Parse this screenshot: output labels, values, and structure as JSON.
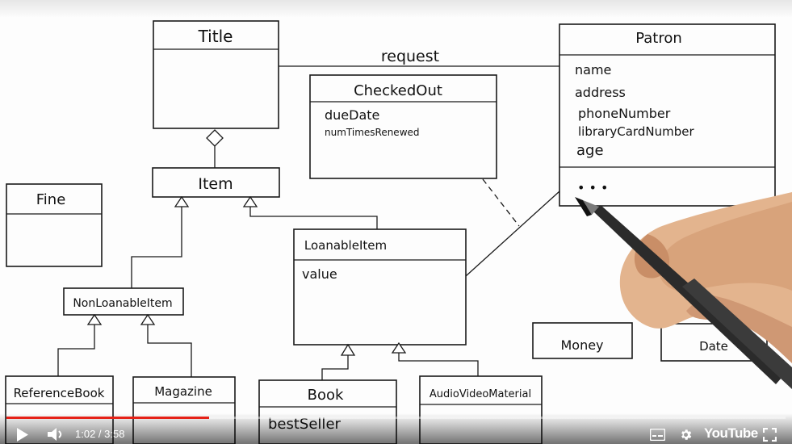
{
  "diagram": {
    "classes": {
      "title": {
        "name": "Title"
      },
      "patron": {
        "name": "Patron",
        "attributes": [
          "name",
          "address",
          "phoneNumber",
          "libraryCardNumber",
          "age"
        ],
        "ops": "• • •"
      },
      "checked_out": {
        "name": "CheckedOut",
        "attributes": [
          "dueDate",
          "numTimesRenewed"
        ]
      },
      "item": {
        "name": "Item"
      },
      "fine": {
        "name": "Fine"
      },
      "loanable_item": {
        "name": "LoanableItem",
        "attributes": [
          "value"
        ]
      },
      "non_loanable_item": {
        "name": "NonLoanableItem"
      },
      "reference_book": {
        "name": "ReferenceBook"
      },
      "magazine": {
        "name": "Magazine"
      },
      "book": {
        "name": "Book",
        "attributes": [
          "bestSeller"
        ]
      },
      "audio_video": {
        "name": "AudioVideoMaterial"
      },
      "money": {
        "name": "Money"
      },
      "date": {
        "name": "Date"
      }
    },
    "association_label": "request"
  },
  "player": {
    "current_time": "1:02",
    "duration": "3:58",
    "time_display": "1:02 / 3:58",
    "progress": 0.26,
    "brand": "YouTube",
    "accent_color": "#e62117",
    "icons": [
      "play-icon",
      "volume-icon",
      "subtitles-icon",
      "settings-icon",
      "fullscreen-icon"
    ]
  }
}
